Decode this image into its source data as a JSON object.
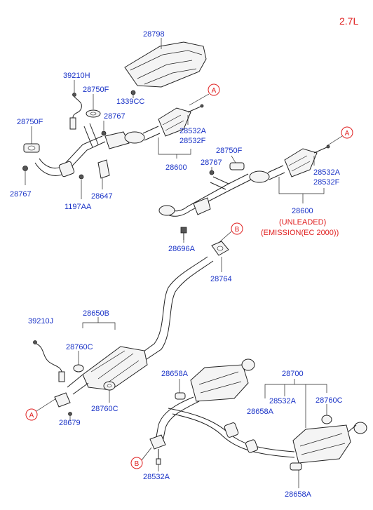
{
  "engine_label": "2.7L",
  "labels": {
    "p28798": "28798",
    "p1339CC": "1339CC",
    "p39210H": "39210H",
    "p28750F_a": "28750F",
    "p28767_a": "28767",
    "p28750F_b": "28750F",
    "p28532A_a": "28532A",
    "p28532F_a": "28532F",
    "p28600_a": "28600",
    "p28767_b": "28767",
    "p28647": "28647",
    "p1197AA": "1197AA",
    "p28750F_c": "28750F",
    "p28767_c": "28767",
    "p28532A_b": "28532A",
    "p28532F_b": "28532F",
    "p28600_b": "28600",
    "unleaded": "(UNLEADED)",
    "emission": "(EMISSION(EC 2000))",
    "p28696A": "28696A",
    "p28764": "28764",
    "p28650B": "28650B",
    "p39210J": "39210J",
    "p28760C_a": "28760C",
    "p28760C_b": "28760C",
    "p28679": "28679",
    "p28658A_a": "28658A",
    "p28700": "28700",
    "p28532A_c": "28532A",
    "p28658A_b": "28658A",
    "p28760C_c": "28760C",
    "p28532A_d": "28532A",
    "p28658A_c": "28658A"
  },
  "refs": {
    "a1": "A",
    "a2": "A",
    "b1": "B",
    "a3": "A",
    "b2": "B"
  }
}
